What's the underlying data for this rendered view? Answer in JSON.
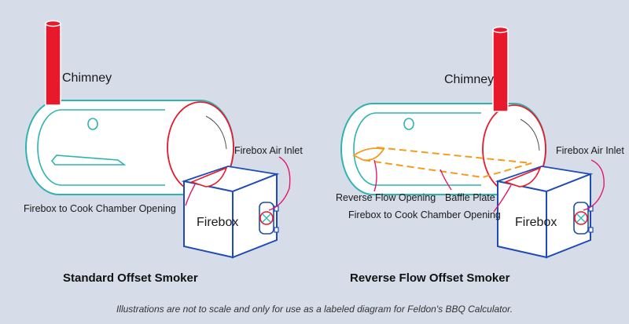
{
  "left": {
    "title": "Standard Offset Smoker",
    "labels": {
      "chimney": "Chimney",
      "air_inlet": "Firebox Air Inlet",
      "firebox": "Firebox",
      "opening": "Firebox to Cook Chamber Opening"
    }
  },
  "right": {
    "title": "Reverse Flow Offset Smoker",
    "labels": {
      "chimney": "Chimney",
      "air_inlet": "Firebox Air Inlet",
      "firebox": "Firebox",
      "reverse_opening": "Reverse Flow Opening",
      "baffle": "Baffle Plate",
      "opening": "Firebox to Cook Chamber Opening"
    }
  },
  "footer": "Illustrations are not to scale and only for use as a labeled diagram for Feldon's BBQ Calculator.",
  "colors": {
    "background": "#d6dde8",
    "chamber": "#2fb3b0",
    "chamber_fill": "#ffffff",
    "chimney": "#e8192c",
    "firebox": "#1e4bb5",
    "leader": "#e0196e",
    "baffle": "#f39c1f"
  }
}
